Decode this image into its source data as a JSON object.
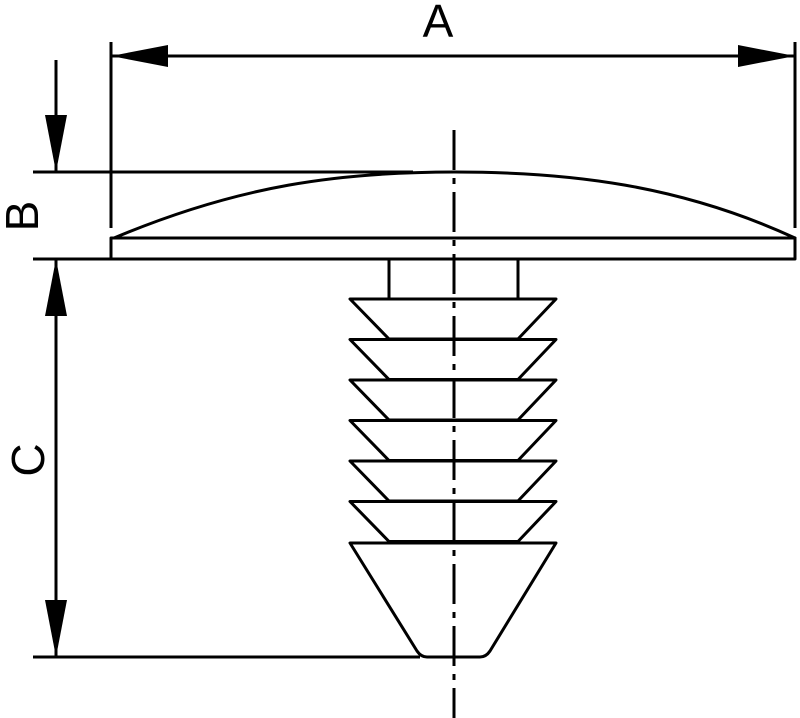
{
  "dimensions": {
    "a_label": "A",
    "b_label": "B",
    "c_label": "C"
  },
  "fastener": {
    "rib_count": 6
  },
  "colors": {
    "line": "#000000",
    "background": "#ffffff"
  }
}
